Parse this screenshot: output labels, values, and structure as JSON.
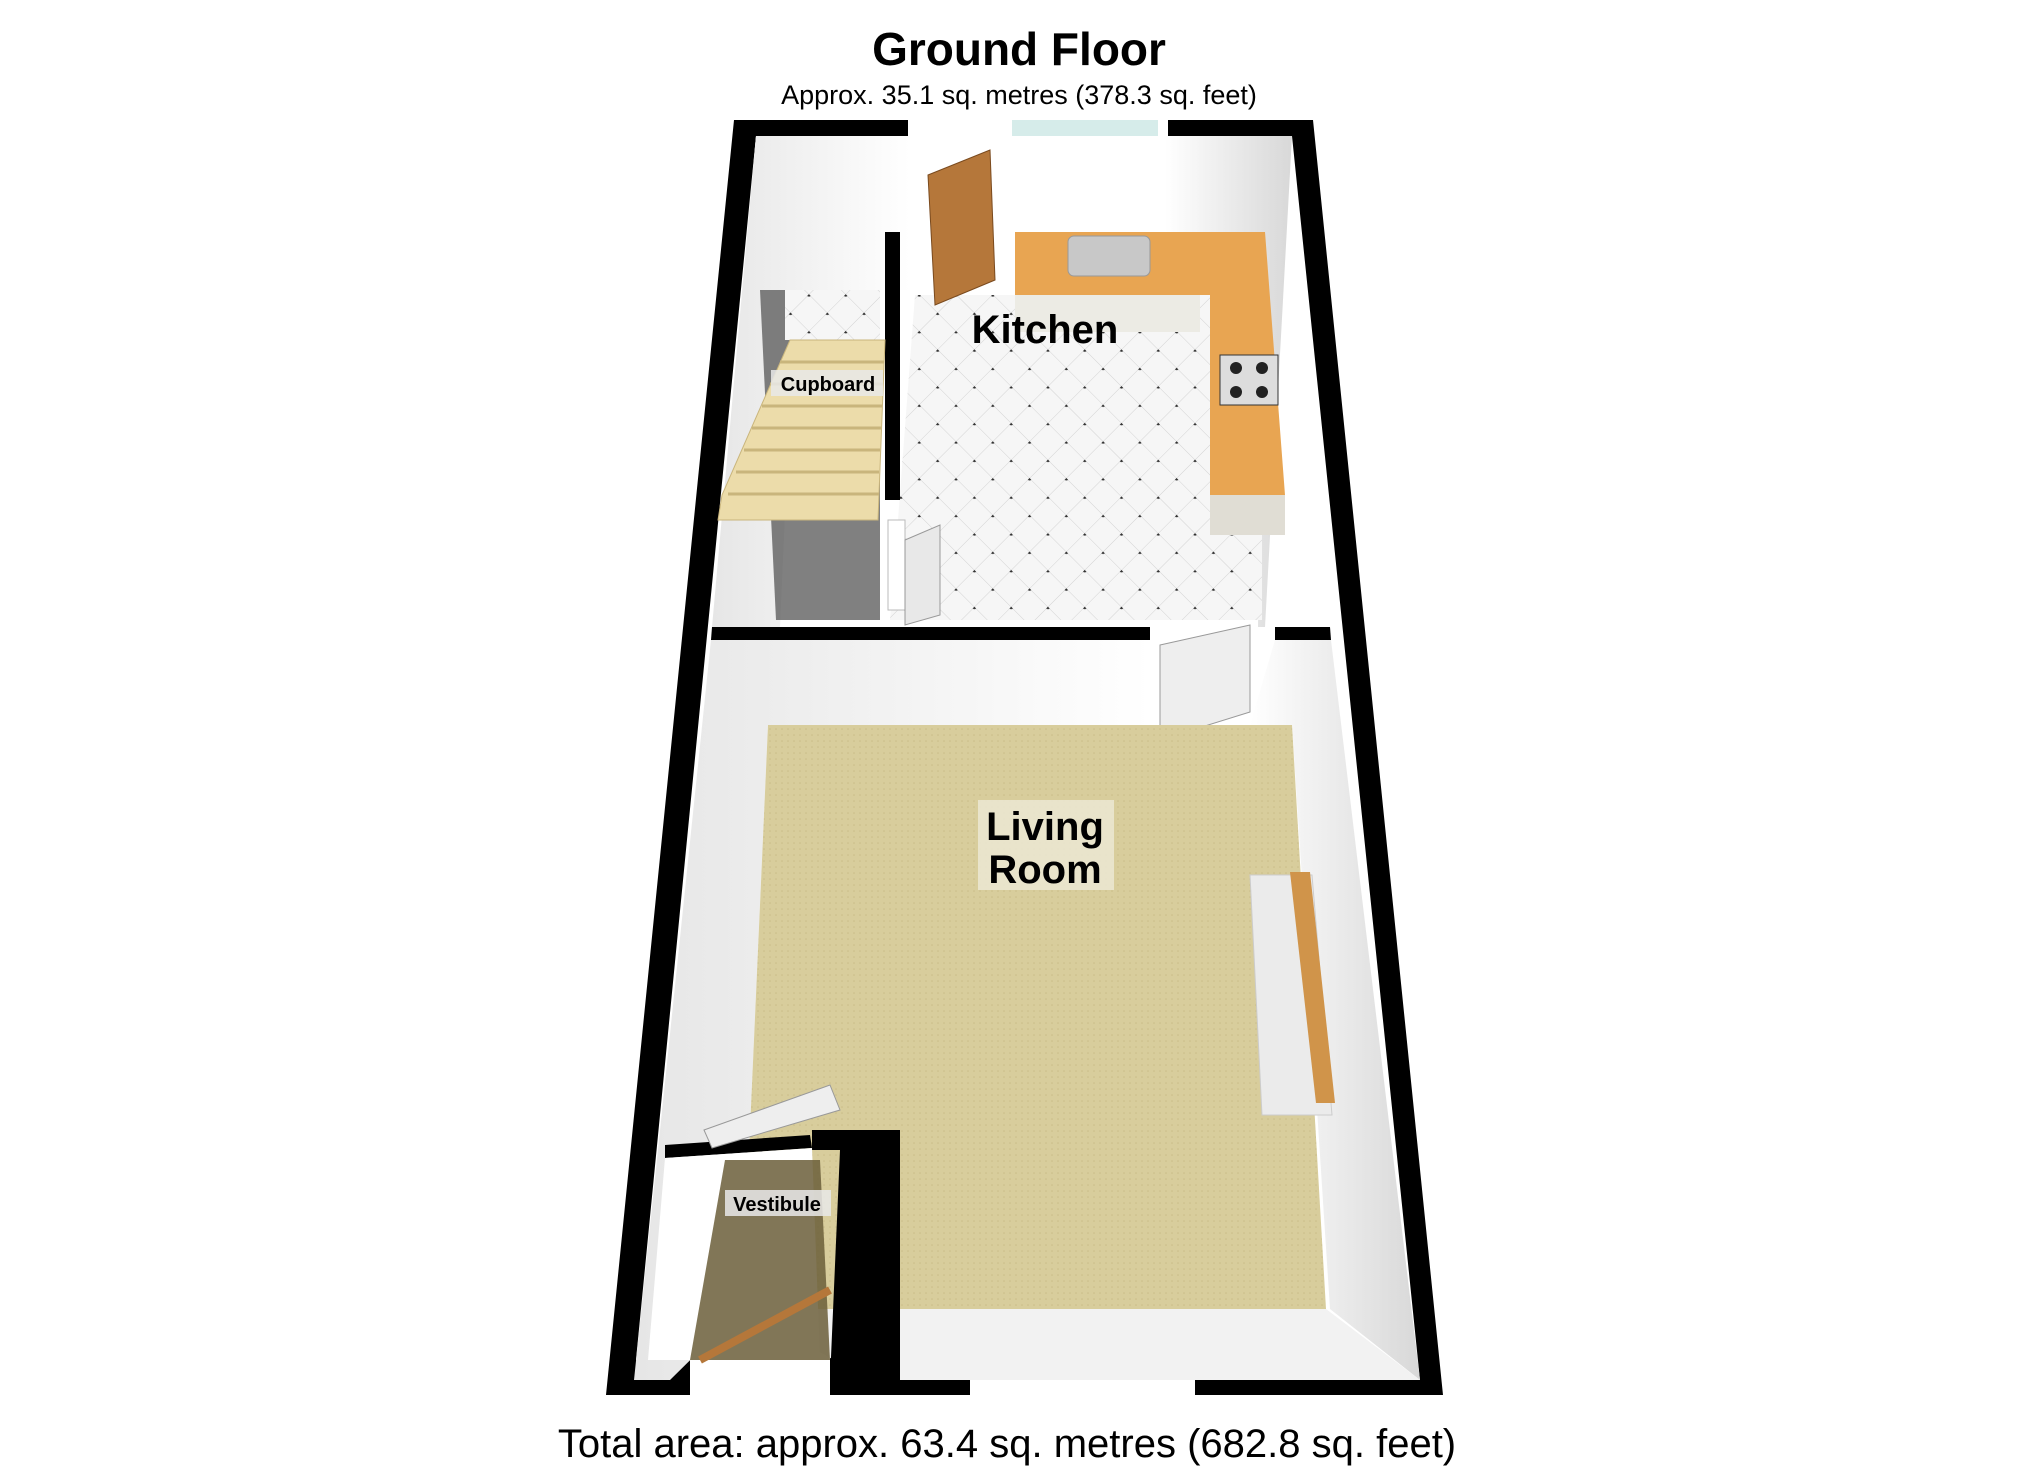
{
  "floor": {
    "title": "Ground Floor",
    "area": "Approx. 35.1 sq. metres (378.3 sq. feet)"
  },
  "rooms": {
    "kitchen": "Kitchen",
    "cupboard": "Cupboard",
    "living_line1": "Living",
    "living_line2": "Room",
    "vestibule": "Vestibule"
  },
  "total_area": "Total area: approx. 63.4 sq. metres (682.8 sq. feet)",
  "colors": {
    "wall": "#000000",
    "carpet": "#d9ce9e",
    "worktop": "#e8a552",
    "tile": "#f4f4f4",
    "stairs": "#ecdcaa"
  }
}
